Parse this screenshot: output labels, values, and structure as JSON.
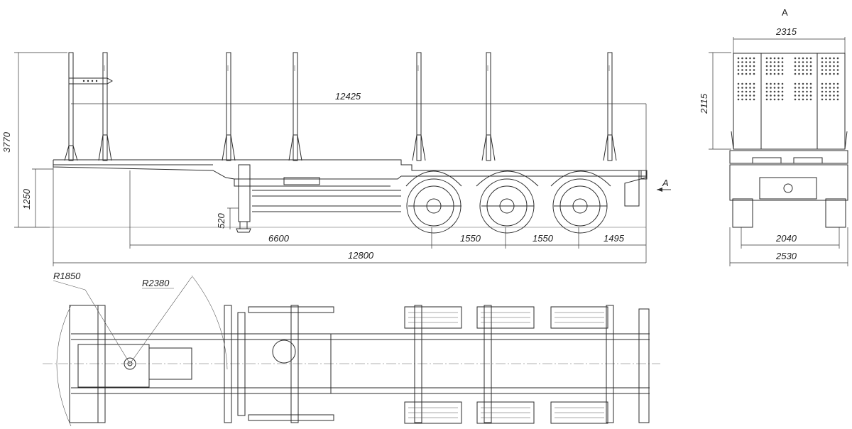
{
  "dimensions": {
    "overall_height": "3770",
    "deck_height": "1250",
    "landing_gear": "520",
    "stake_span": "12425",
    "kingpin_to_axle": "6600",
    "axle_spacing_1": "1550",
    "axle_spacing_2": "1550",
    "rear_overhang": "1495",
    "overall_length": "12800",
    "radius_front": "R1850",
    "radius_kingpin": "R2380",
    "rear_top_width": "2315",
    "rear_height": "2115",
    "track_width": "2040",
    "overall_width": "2530"
  },
  "labels": {
    "view_marker": "A",
    "view_title": "A"
  }
}
